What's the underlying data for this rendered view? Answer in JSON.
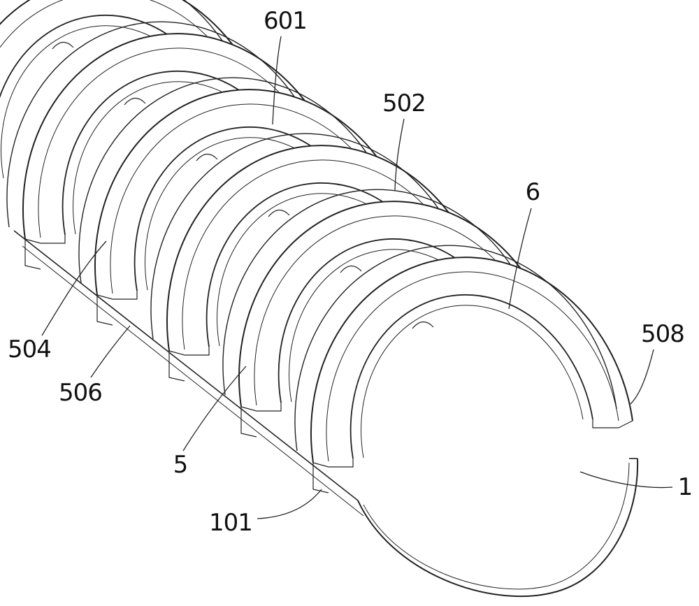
{
  "labels": {
    "l601": "601",
    "l502": "502",
    "l6": "6",
    "l508": "508",
    "l1": "1",
    "l101": "101",
    "l5": "5",
    "l506": "506",
    "l504": "504"
  }
}
